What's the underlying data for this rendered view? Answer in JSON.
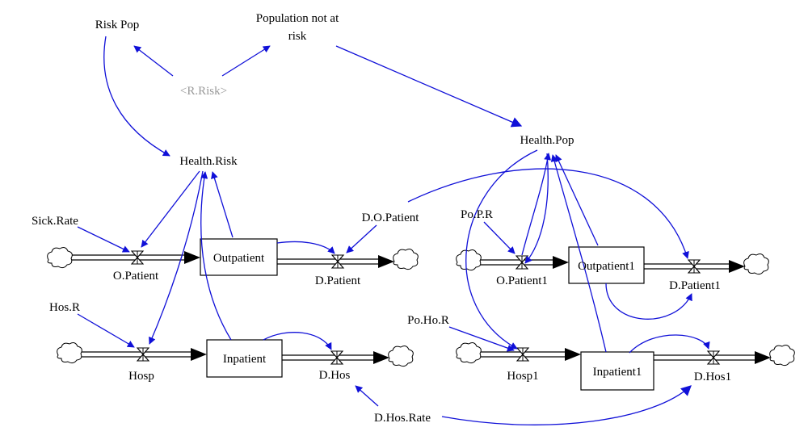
{
  "variables": {
    "risk_pop": "Risk Pop",
    "pop_not_at_risk_1": "Population not at",
    "pop_not_at_risk_2": "risk",
    "r_risk": "<R.Risk>",
    "health_risk": "Health.Risk",
    "health_pop": "Health.Pop",
    "sick_rate": "Sick.Rate",
    "d_o_patient": "D.O.Patient",
    "po_p_r": "Po.P.R",
    "hos_r": "Hos.R",
    "po_ho_r": "Po.Ho.R",
    "d_hos_rate": "D.Hos.Rate"
  },
  "stocks": {
    "outpatient": "Outpatient",
    "inpatient": "Inpatient",
    "outpatient1": "Outpatient1",
    "inpatient1": "Inpatient1"
  },
  "flows": {
    "o_patient": "O.Patient",
    "d_patient": "D.Patient",
    "hosp": "Hosp",
    "d_hos": "D.Hos",
    "o_patient1": "O.Patient1",
    "d_patient1": "D.Patient1",
    "hosp1": "Hosp1",
    "d_hos1": "D.Hos1"
  },
  "colors": {
    "link": "#1010d8",
    "shadow_variable": "#9a9a9a"
  }
}
